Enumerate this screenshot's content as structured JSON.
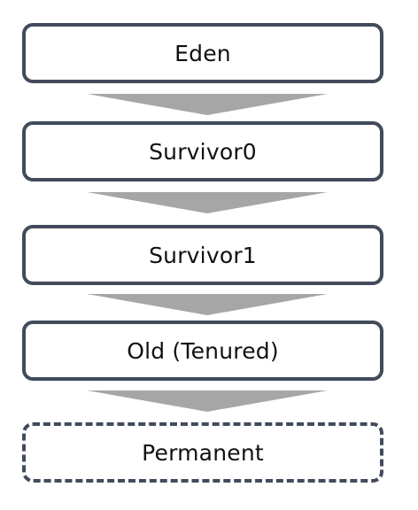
{
  "nodes": {
    "eden": "Eden",
    "survivor0": "Survivor0",
    "survivor1": "Survivor1",
    "old": "Old (Tenured)",
    "permanent": "Permanent"
  },
  "colors": {
    "border": "#414b5c",
    "arrow": "#a6a6a6",
    "text": "#111111",
    "background": "#ffffff"
  },
  "permanent_border_style": "dashed"
}
